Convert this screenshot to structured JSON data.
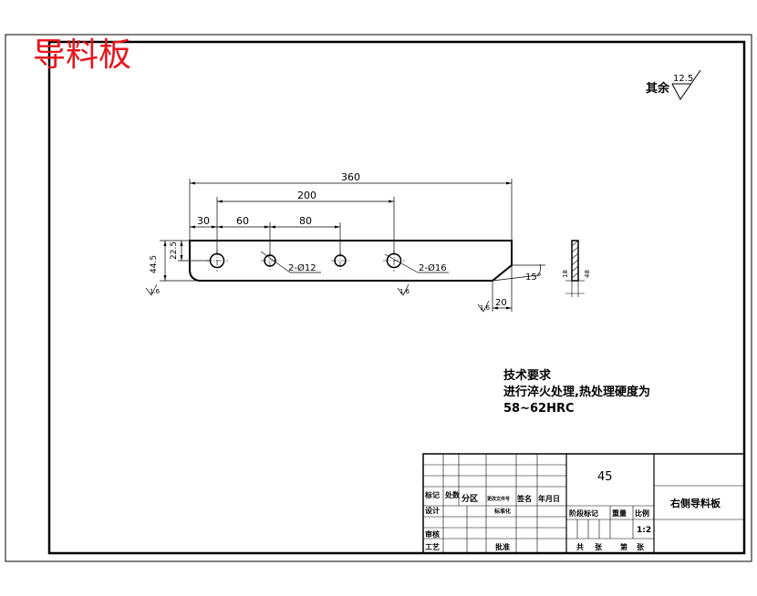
{
  "stamp_title": "导料板",
  "roughness": {
    "prefix": "其余",
    "value": "12.5"
  },
  "drawing": {
    "dim_360": "360",
    "dim_200": "200",
    "dim_30": "30",
    "dim_60": "60",
    "dim_80": "80",
    "dim_44_5": "44.5",
    "dim_22_5": "22.5",
    "hole_small": "2-Ø12",
    "hole_large": "2-Ø16",
    "angle": "15°",
    "dim_20": "20",
    "rough_a": "1.6",
    "rough_b": "1.6",
    "rough_c": "1.6",
    "side_t": "18",
    "side_w": "48"
  },
  "tech_req": {
    "heading": "技术要求",
    "line1": "进行淬火处理,热处理硬度为",
    "line2": "58~62HRC"
  },
  "title_block": {
    "material": "45",
    "part_name": "右侧导料板",
    "scale_label": "比例",
    "scale_value": "1:2",
    "stage_mark": "阶段标记",
    "weight": "重量",
    "mark": "标记",
    "count": "处数",
    "zone": "分区",
    "doc_no": "更改文件号",
    "signature": "签名",
    "date": "年月日",
    "design": "设计",
    "standardize": "标准化",
    "review": "审核",
    "process": "工艺",
    "approve": "批准",
    "total": "共",
    "sheets": "张",
    "sheet_no": "第",
    "sheet_unit": "张"
  }
}
